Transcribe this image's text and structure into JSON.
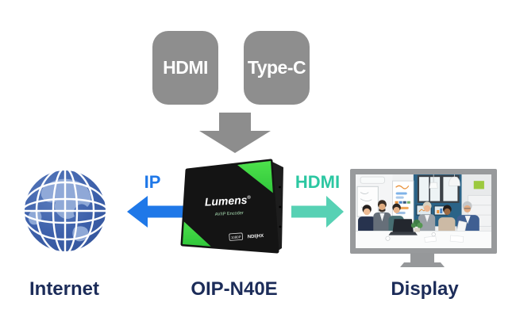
{
  "inputs": [
    {
      "label": "HDMI"
    },
    {
      "label": "Type-C"
    }
  ],
  "device": {
    "brand": "Lumens",
    "trademark": "®",
    "subtitle": "AV/IP Encoder",
    "badges": [
      {
        "label": "1080P"
      },
      {
        "label": "NDI|HX"
      }
    ],
    "model": "OIP-N40E"
  },
  "connections": {
    "ip": {
      "label": "IP",
      "color": "#1f78e8"
    },
    "hdmi": {
      "label": "HDMI",
      "color": "#4fcfb0"
    }
  },
  "endpoints": {
    "internet": {
      "label": "Internet"
    },
    "display": {
      "label": "Display"
    }
  },
  "colors": {
    "input_chip_gray": "#8e8e8e",
    "flow_arrow_gray": "#8d8d8d",
    "label_navy": "#1c2c59",
    "device_green": "#3ed348",
    "globe_blue": "#3e61ab",
    "monitor_frame_gray": "#989a9c"
  }
}
